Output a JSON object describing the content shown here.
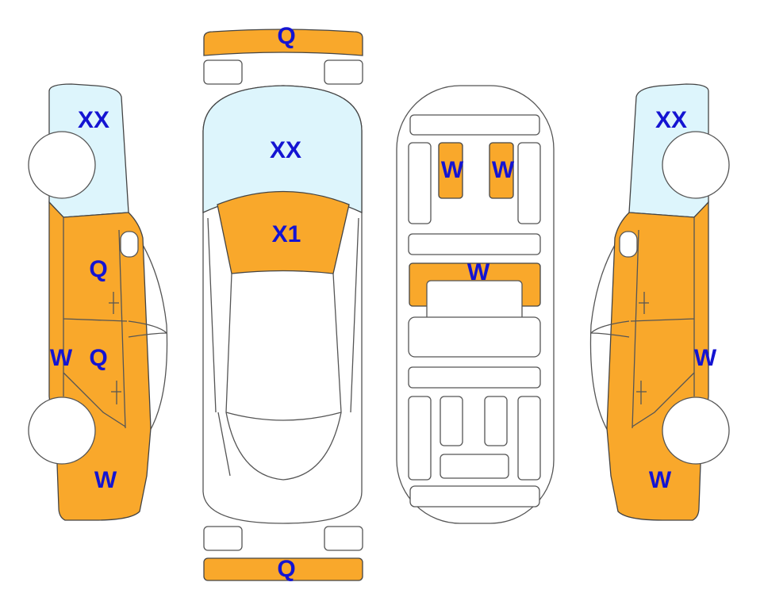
{
  "colors": {
    "damage": "#F9A82B",
    "glass": "#DDF5FC",
    "label": "#1414D2"
  },
  "left_side": {
    "front_glass": "XX",
    "front_door": "Q",
    "rear_door": "Q",
    "sill": "W",
    "rear_quarter": "W"
  },
  "top_view": {
    "front_bumper": "Q",
    "hood": "XX",
    "windshield": "X1",
    "rear_bumper": "Q"
  },
  "underside": {
    "left_panel": "W",
    "right_panel": "W",
    "center_panel": "W"
  },
  "right_side": {
    "front_glass": "XX",
    "sill": "W",
    "rear_quarter": "W"
  }
}
